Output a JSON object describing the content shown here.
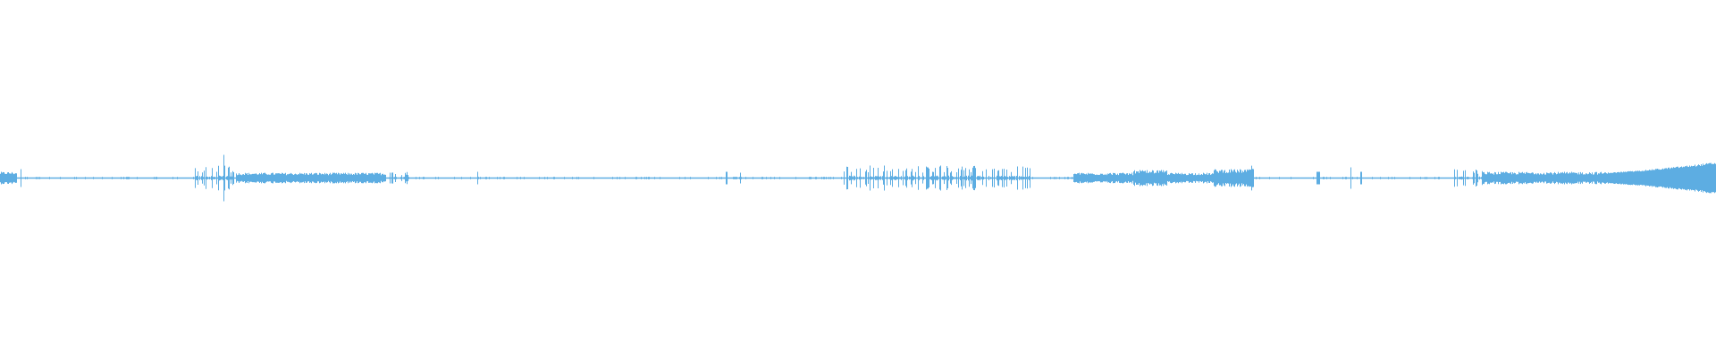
{
  "waveform": {
    "color": "#5dade2",
    "background": "#ffffff",
    "baseline_amplitude": 0.004,
    "segments": [
      {
        "from": 0.0,
        "to": 0.0094,
        "amp": 0.035,
        "kind": "dense"
      },
      {
        "from": 0.0115,
        "to": 0.012,
        "amp": 0.05,
        "kind": "spike"
      },
      {
        "from": 0.1135,
        "to": 0.137,
        "amp": 0.07,
        "kind": "spiky"
      },
      {
        "from": 0.1302,
        "to": 0.1306,
        "amp": 0.13,
        "kind": "spike"
      },
      {
        "from": 0.137,
        "to": 0.2245,
        "amp": 0.03,
        "kind": "dense"
      },
      {
        "from": 0.2245,
        "to": 0.238,
        "amp": 0.04,
        "kind": "spiky"
      },
      {
        "from": 0.278,
        "to": 0.2785,
        "amp": 0.035,
        "kind": "spike"
      },
      {
        "from": 0.4225,
        "to": 0.4235,
        "amp": 0.035,
        "kind": "spike"
      },
      {
        "from": 0.431,
        "to": 0.4315,
        "amp": 0.03,
        "kind": "spike"
      },
      {
        "from": 0.4915,
        "to": 0.6005,
        "amp": 0.07,
        "kind": "spiky"
      },
      {
        "from": 0.6255,
        "to": 0.707,
        "amp": 0.03,
        "kind": "dense"
      },
      {
        "from": 0.66,
        "to": 0.68,
        "amp": 0.045,
        "kind": "dense"
      },
      {
        "from": 0.707,
        "to": 0.7285,
        "amp": 0.05,
        "kind": "dense"
      },
      {
        "from": 0.7285,
        "to": 0.7305,
        "amp": 0.07,
        "kind": "dense"
      },
      {
        "from": 0.767,
        "to": 0.769,
        "amp": 0.035,
        "kind": "spike"
      },
      {
        "from": 0.7865,
        "to": 0.787,
        "amp": 0.06,
        "kind": "spike"
      },
      {
        "from": 0.7925,
        "to": 0.7935,
        "amp": 0.035,
        "kind": "spike"
      },
      {
        "from": 0.847,
        "to": 0.864,
        "amp": 0.05,
        "kind": "spiky"
      },
      {
        "from": 0.864,
        "to": 0.9365,
        "amp": 0.035,
        "kind": "dense"
      },
      {
        "from": 0.9365,
        "to": 1.0,
        "amp": 0.09,
        "kind": "ramp"
      }
    ]
  }
}
